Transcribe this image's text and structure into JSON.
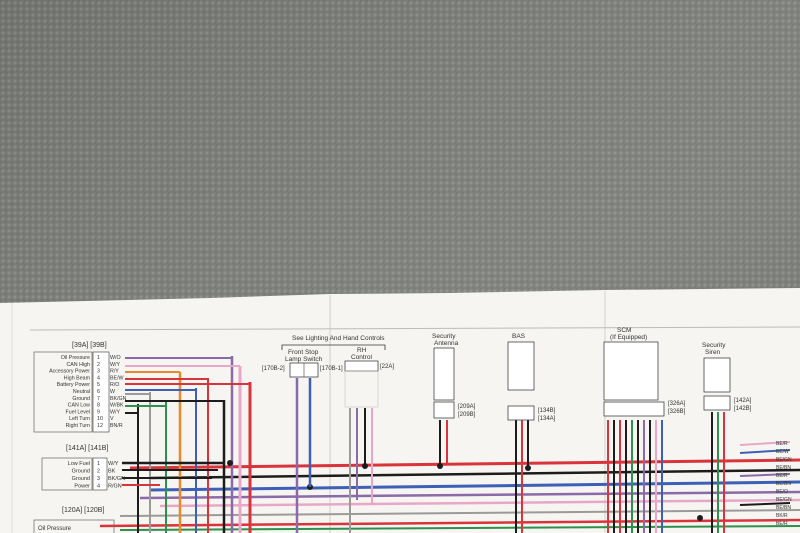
{
  "photo": {
    "subject": "wiring diagram sheet on fabric",
    "colors": {
      "fabric": "#7b7e79",
      "paper": "#f7f6f2",
      "red": "#d9343c",
      "blue": "#3d5fb8",
      "violet": "#8a6aa8",
      "black": "#1c1c1c",
      "pink": "#e8a7c9",
      "orange": "#e8892e",
      "green": "#2f8f4c",
      "gray": "#9a9a9a"
    }
  },
  "diagram": {
    "header_lighting": "See Lighting And Hand Controls",
    "front_stop": {
      "title1": "Front Stop",
      "title2": "Lamp Switch",
      "left_ref": "[170B-2]",
      "right_ref": "[170B-1]"
    },
    "rh_control": {
      "title1": "RH",
      "title2": "Control",
      "ref": "[22A]"
    },
    "security_antenna": {
      "title1": "Security",
      "title2": "Antenna",
      "ref_a": "[209A]",
      "ref_b": "[209B]"
    },
    "bas": {
      "title": "BAS",
      "ref_a": "[134B]",
      "ref_b": "[134A]"
    },
    "scm": {
      "title1": "SCM",
      "title2": "(If Equipped)",
      "ref_a": "[326A]",
      "ref_b": "[326B]"
    },
    "siren": {
      "title1": "Security",
      "title2": "Siren",
      "ref_a": "[142A]",
      "ref_b": "[142B]"
    },
    "speedo_ref": "[39A] [39B]",
    "speedo_rows": [
      {
        "label": "Oil Pressure",
        "pin": "1",
        "wire": "W/O"
      },
      {
        "label": "CAN High",
        "pin": "2",
        "wire": "W/Y"
      },
      {
        "label": "Accessory Power",
        "pin": "3",
        "wire": "R/Y"
      },
      {
        "label": "High Beam",
        "pin": "4",
        "wire": "BE/W"
      },
      {
        "label": "Battery Power",
        "pin": "5",
        "wire": "R/O"
      },
      {
        "label": "Neutral",
        "pin": "6",
        "wire": "W"
      },
      {
        "label": "Ground",
        "pin": "7",
        "wire": "BK/GN"
      },
      {
        "label": "CAN Low",
        "pin": "8",
        "wire": "W/BK"
      },
      {
        "label": "Fuel Level",
        "pin": "9",
        "wire": "W/Y"
      },
      {
        "label": "Left Turn",
        "pin": "10",
        "wire": "V"
      },
      {
        "label": "Right Turn",
        "pin": "12",
        "wire": "BN/R"
      }
    ],
    "gauge_ref": "[141A] [141B]",
    "gauge_rows": [
      {
        "label": "Low Fuel",
        "pin": "1",
        "wire": "W/Y"
      },
      {
        "label": "Ground",
        "pin": "2",
        "wire": "BK"
      },
      {
        "label": "Ground",
        "pin": "3",
        "wire": "BK/GN"
      },
      {
        "label": "Power",
        "pin": "4",
        "wire": "R/GN"
      }
    ],
    "bottom_ref": "[120A] [120B]",
    "bottom_row": "Oil Pressure",
    "right_wire_labels": [
      "BE/R",
      "BE/W",
      "BE/GN",
      "BE/BN",
      "BE/R",
      "BE/BN",
      "BE/O",
      "BE/GN",
      "BE/BN",
      "BK/R",
      "BE/R"
    ]
  }
}
